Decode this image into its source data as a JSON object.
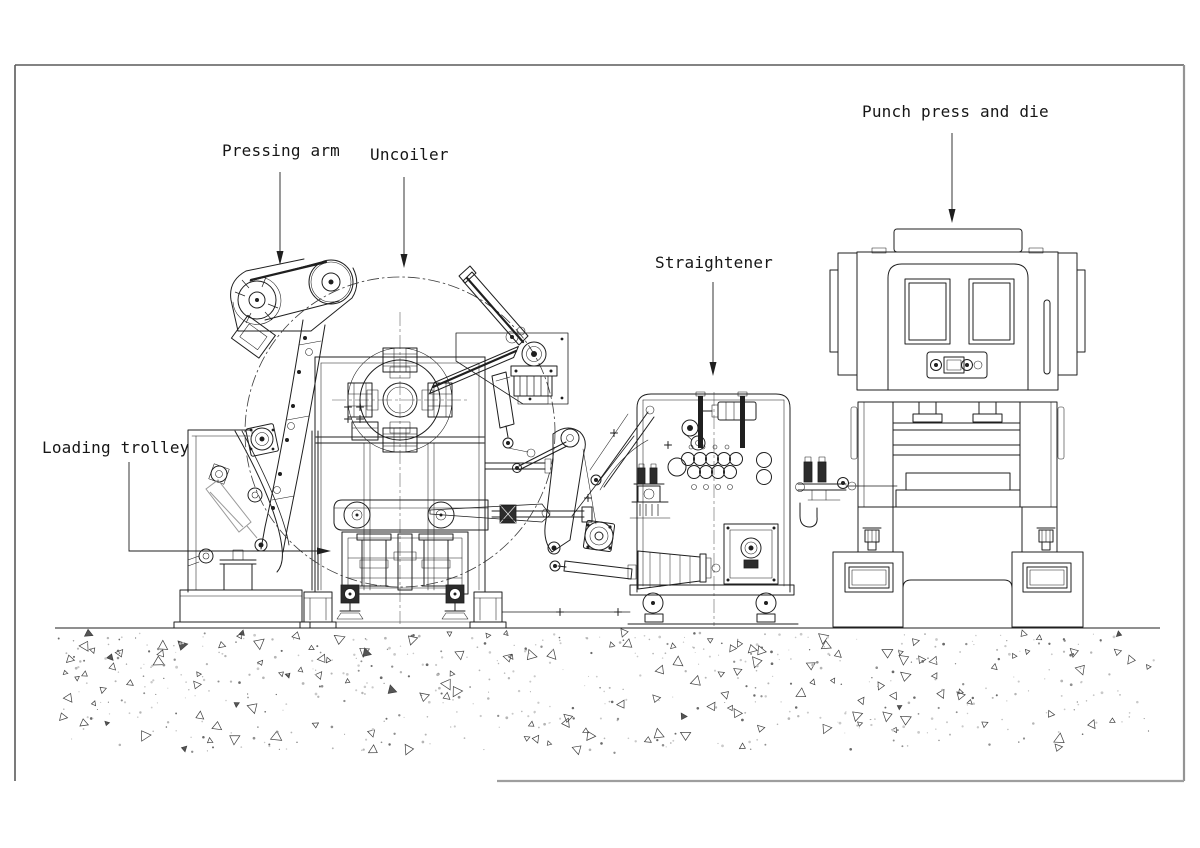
{
  "diagram": {
    "labels": {
      "pressing_arm": "Pressing arm",
      "uncoiler": "Uncoiler",
      "loading_trolley": "Loading trolley",
      "straightener": "Straightener",
      "punch_press_and_die": "Punch press and die"
    },
    "colors": {
      "ink": "#1f1f1f",
      "phantom_gray": "#9a9a9a",
      "frame_dark": "#5a5a5a",
      "frame_light": "#949494",
      "paper": "#ffffff"
    }
  }
}
